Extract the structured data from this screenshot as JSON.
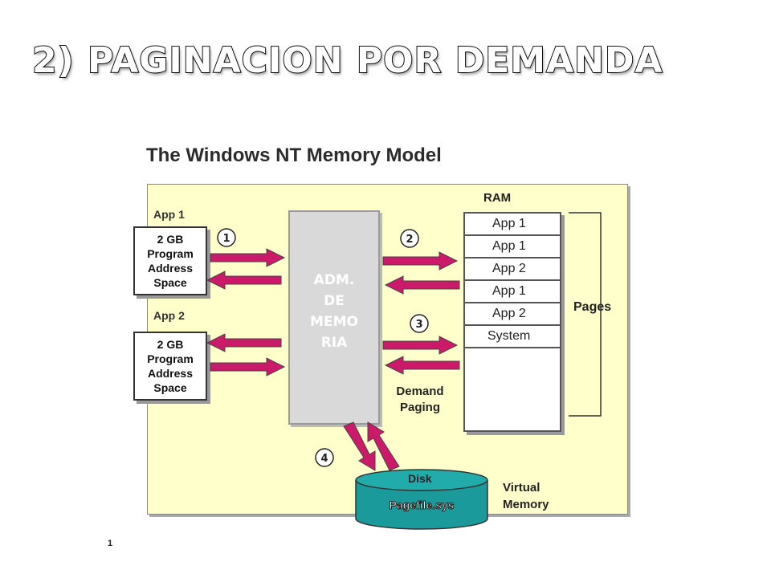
{
  "slide": {
    "title": "2) PAGINACION POR DEMANDA",
    "footnote": "1"
  },
  "diagram": {
    "title": "The Windows NT Memory Model",
    "app1_label": "App 1",
    "app2_label": "App 2",
    "app1_box": "2 GB\nProgram\nAddress\nSpace",
    "app2_box": "2 GB\nProgram\nAddress\nSpace",
    "memory_manager": "ADM.\nDE\nMEMO\nRIA",
    "ram_label": "RAM",
    "ram_slots": [
      "App 1",
      "App 1",
      "App 2",
      "App 1",
      "App 2",
      "System"
    ],
    "pages_label": "Pages",
    "demand_paging": "Demand\nPaging",
    "disk_label": "Disk",
    "pagefile_label": "Pagefile.sys",
    "virtual_memory": "Virtual\nMemory",
    "steps": [
      "1",
      "2",
      "3",
      "4"
    ]
  },
  "colors": {
    "panel": "#ffffcc",
    "arrow": "#cc1a6b",
    "disk": "#1a9a9a",
    "manager": "#d9d9d9"
  }
}
